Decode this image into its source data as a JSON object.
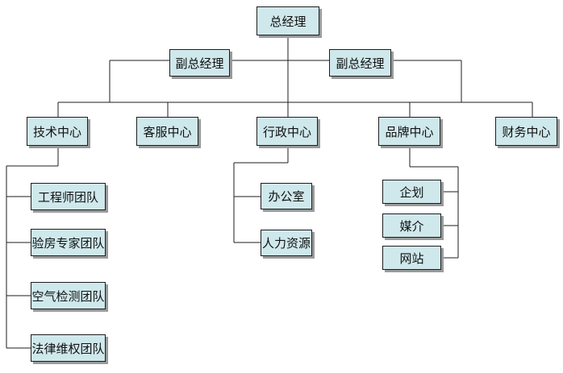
{
  "org_chart": {
    "root": "总经理",
    "deputies": [
      "副总经理",
      "副总经理"
    ],
    "centers": [
      "技术中心",
      "客服中心",
      "行政中心",
      "品牌中心",
      "财务中心"
    ],
    "tech_teams": [
      "工程师团队",
      "验房专家团队",
      "空气检测团队",
      "法律维权团队"
    ],
    "admin_units": [
      "办公室",
      "人力资源"
    ],
    "brand_units": [
      "企划",
      "媒介",
      "网站"
    ]
  },
  "colors": {
    "box_fill": "#cfe8ec",
    "box_border": "#1e1e1e",
    "box_shadow": "#9a9a9a",
    "connector": "#1e1e1e"
  }
}
